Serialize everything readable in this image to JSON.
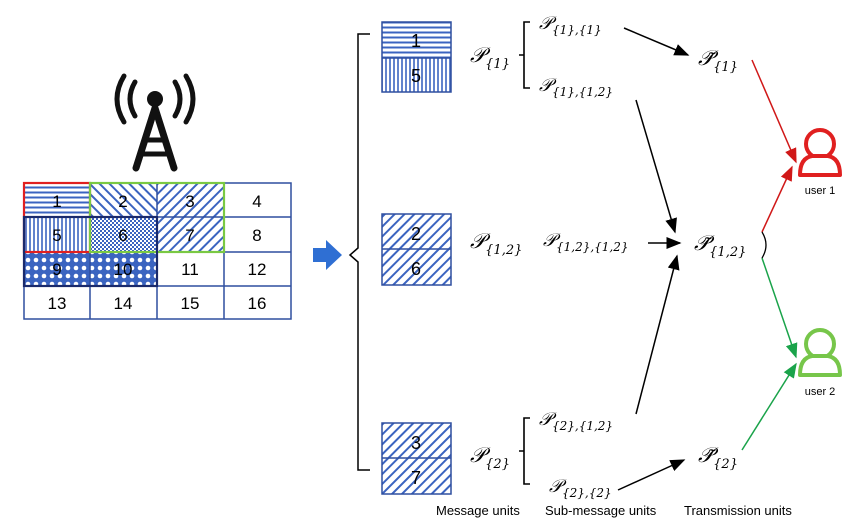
{
  "grid": {
    "rows": [
      [
        "1",
        "2",
        "3",
        "4"
      ],
      [
        "5",
        "6",
        "7",
        "8"
      ],
      [
        "9",
        "10",
        "11",
        "12"
      ],
      [
        "13",
        "14",
        "15",
        "16"
      ]
    ]
  },
  "message_units": [
    {
      "top": "1",
      "bottom": "5",
      "symbol": "𝒫",
      "subscript": "{1}"
    },
    {
      "top": "2",
      "bottom": "6",
      "symbol": "𝒫",
      "subscript": "{1,2}"
    },
    {
      "top": "3",
      "bottom": "7",
      "symbol": "𝒫",
      "subscript": "{2}"
    }
  ],
  "sub_message_units": [
    {
      "symbol": "𝒫",
      "subscript": "{1},{1}"
    },
    {
      "symbol": "𝒫",
      "subscript": "{1},{1,2}"
    },
    {
      "symbol": "𝒫",
      "subscript": "{1,2},{1,2}"
    },
    {
      "symbol": "𝒫",
      "subscript": "{2},{1,2}"
    },
    {
      "symbol": "𝒫",
      "subscript": "{2},{2}"
    }
  ],
  "transmission_units": [
    {
      "symbol": "𝒫̃",
      "subscript": "{1}"
    },
    {
      "symbol": "𝒫̃",
      "subscript": "{1,2}"
    },
    {
      "symbol": "𝒫̃",
      "subscript": "{2}"
    }
  ],
  "users": [
    {
      "label": "user 1",
      "color": "#e02020"
    },
    {
      "label": "user 2",
      "color": "#77c64a"
    }
  ],
  "labels": {
    "message_units": "Message units",
    "sub_message_units": "Sub-message units",
    "transmission_units": "Transmission units"
  },
  "colors": {
    "grid_blue": "#2f4f9f",
    "pattern_blue": "#3b64c0",
    "user1_red": "#d01818",
    "user2_green": "#1aa34a",
    "arrow_blue": "#2f6fd3"
  }
}
